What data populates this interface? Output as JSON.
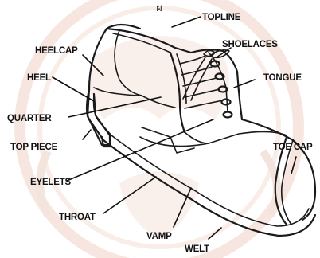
{
  "colors": {
    "ink": "#1a1a1a",
    "watermark": "#f1d3c6",
    "watermark_dark": "#ead0c3",
    "paper": "#ffffff"
  },
  "watermark_text": "ผ",
  "labels": {
    "topline": "TOPLINE",
    "shoelaces": "SHOELACES",
    "heelcap": "HEELCAP",
    "heel": "HEEL",
    "tongue": "TONGUE",
    "quarter": "QUARTER",
    "top_piece": "TOP PIECE",
    "toe_cap": "TOE CAP",
    "eyelets": "EYELETS",
    "throat": "THROAT",
    "vamp": "VAMP",
    "welt": "WELT"
  }
}
